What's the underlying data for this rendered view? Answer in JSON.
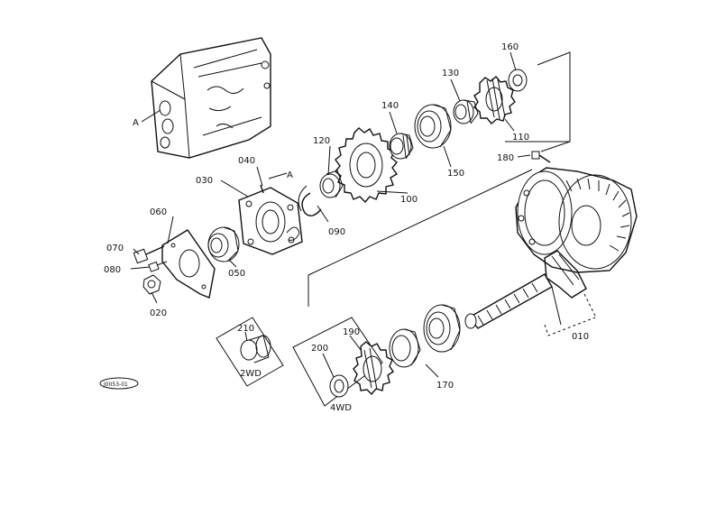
{
  "callouts": {
    "p010": "010",
    "p020": "020",
    "p030": "030",
    "p040": "040",
    "p050": "050",
    "p060": "060",
    "p070": "070",
    "p080": "080",
    "p090": "090",
    "p100": "100",
    "p110": "110",
    "p120": "120",
    "p130": "130",
    "p140": "140",
    "p150": "150",
    "p160": "160",
    "p170": "170",
    "p180": "180",
    "p190": "190",
    "p200": "200",
    "p210": "210"
  },
  "refs": {
    "a_case": "A",
    "a_flange": "A"
  },
  "groups": {
    "two_wd": "2WD",
    "four_wd": "4WD"
  },
  "figure_code": "J0053-01"
}
